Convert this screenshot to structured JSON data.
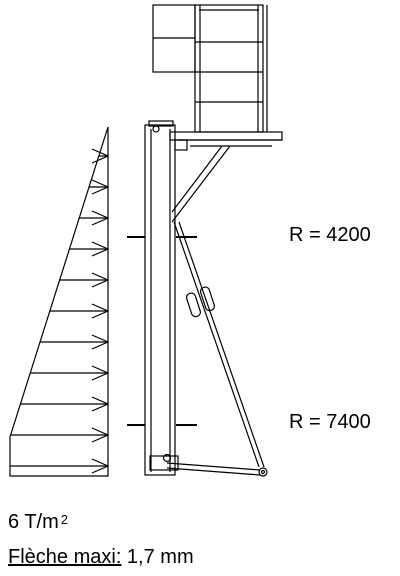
{
  "labels": {
    "reaction_top": "R = 4200",
    "reaction_bottom": "R = 7400",
    "load_value": "6 T/m",
    "load_exponent": "2",
    "deflection_label": "Flèche maxi:",
    "deflection_value": " 1,7 mm"
  },
  "style": {
    "line_color": "#000000",
    "hatch_color": "#555555",
    "background": "#ffffff"
  }
}
